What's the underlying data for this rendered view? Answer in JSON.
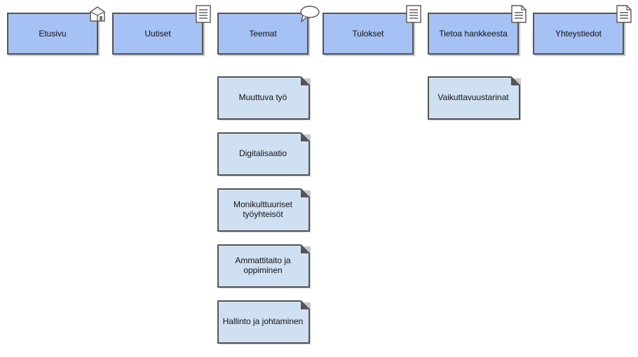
{
  "top_nav": [
    {
      "label": "Etusivu",
      "icon": "home-icon"
    },
    {
      "label": "Uutiset",
      "icon": "document-icon"
    },
    {
      "label": "Teemat",
      "icon": "speech-bubble-icon"
    },
    {
      "label": "Tulokset",
      "icon": "document-icon"
    },
    {
      "label": "Tietoa hankkeesta",
      "icon": "document-icon"
    },
    {
      "label": "Yhteystiedot",
      "icon": "document-icon"
    }
  ],
  "teemat_children": [
    {
      "label": "Muuttuva työ"
    },
    {
      "label": "Digitalisaatio"
    },
    {
      "label": "Monikulttuuriset työyhteisöt"
    },
    {
      "label": "Ammattitaito ja oppiminen"
    },
    {
      "label": "Hallinto ja johtaminen"
    }
  ],
  "tietoa_children": [
    {
      "label": "Vaikuttavuustarinat"
    }
  ],
  "colors": {
    "top_fill": "#a6c1f4",
    "sub_fill": "#cfe0f2",
    "border": "#555555"
  }
}
